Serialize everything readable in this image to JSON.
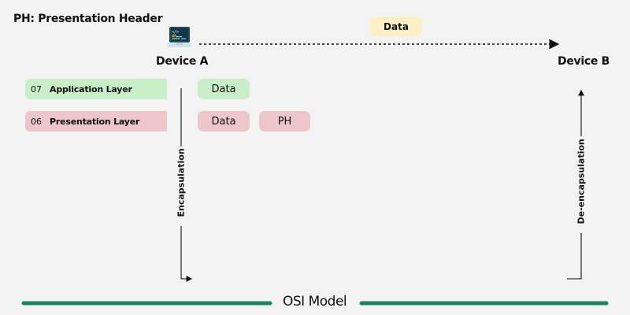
{
  "legend": {
    "title": "PH: Presentation Header"
  },
  "devices": {
    "a": {
      "label": "Device A",
      "icon": "laptop-code-icon"
    },
    "b": {
      "label": "Device B"
    }
  },
  "transmission": {
    "label": "Data"
  },
  "layers": [
    {
      "number": "07",
      "name": "Application Layer",
      "color": "#c9efc9"
    },
    {
      "number": "06",
      "name": "Presentation Layer",
      "color": "#ecc6c8"
    }
  ],
  "encapsulation_units": {
    "application": [
      "Data"
    ],
    "presentation": [
      "Data",
      "PH"
    ]
  },
  "arrows": {
    "encapsulation": "Encapsulation",
    "deencapsulation": "De-encapsulation"
  },
  "footer": {
    "label": "OSI Model",
    "line_color": "#1b8563"
  }
}
